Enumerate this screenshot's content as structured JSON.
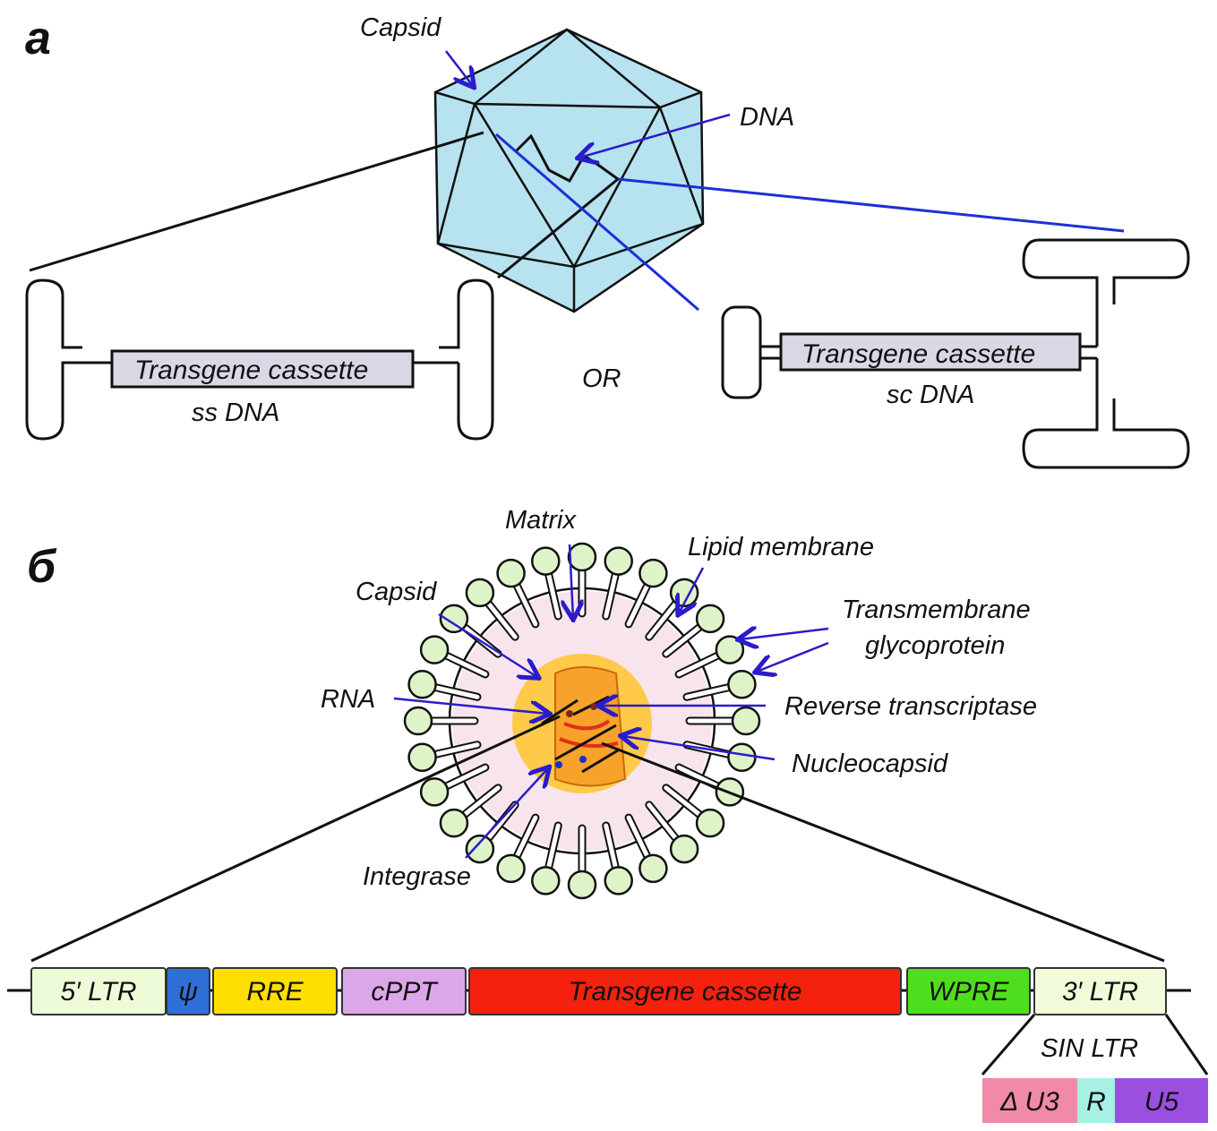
{
  "panel_a": {
    "label": "а",
    "capsid_label": "Capsid",
    "dna_label": "DNA",
    "ss_cassette": "Transgene cassette",
    "ss_label": "ss DNA",
    "or_label": "OR",
    "sc_cassette": "Transgene cassette",
    "sc_label": "sc DNA",
    "colors": {
      "capsid_fill": "#b6e3ef",
      "cassette_fill": "#d9d9e6",
      "pointer": "#1a1acc"
    }
  },
  "panel_b": {
    "label": "б",
    "labels": {
      "matrix": "Matrix",
      "lipid_membrane": "Lipid membrane",
      "capsid": "Capsid",
      "transmembrane_1": "Transmembrane",
      "transmembrane_2": "glycoprotein",
      "rna": "RNA",
      "reverse_transcriptase": "Reverse transcriptase",
      "nucleocapsid": "Nucleocapsid",
      "integrase": "Integrase"
    },
    "colors": {
      "glycoprotein_head": "#dff3c8",
      "matrix_fill": "#f8e4ec",
      "core_halo": "#ffc94a",
      "core": "#f7a22a",
      "arrow": "#2a1ccc"
    },
    "construct": [
      {
        "id": "ltr5",
        "label": "5′ LTR",
        "color": "#eefbd8"
      },
      {
        "id": "psi",
        "label": "ψ",
        "color": "#2f6fd8"
      },
      {
        "id": "rre",
        "label": "RRE",
        "color": "#ffdf00"
      },
      {
        "id": "cppt",
        "label": "cPPT",
        "color": "#dca7e8"
      },
      {
        "id": "transgene",
        "label": "Transgene cassette",
        "color": "#f4210f"
      },
      {
        "id": "wpre",
        "label": "WPRE",
        "color": "#4ede1e"
      },
      {
        "id": "ltr3",
        "label": "3′ LTR",
        "color": "#f1fbd9"
      }
    ],
    "sin_ltr_label": "SIN LTR",
    "sin_parts": [
      {
        "id": "du3",
        "label": "Δ U3",
        "color": "#f08aa8"
      },
      {
        "id": "r",
        "label": "R",
        "color": "#a6f0e4"
      },
      {
        "id": "u5",
        "label": "U5",
        "color": "#9b4fe0"
      }
    ]
  }
}
